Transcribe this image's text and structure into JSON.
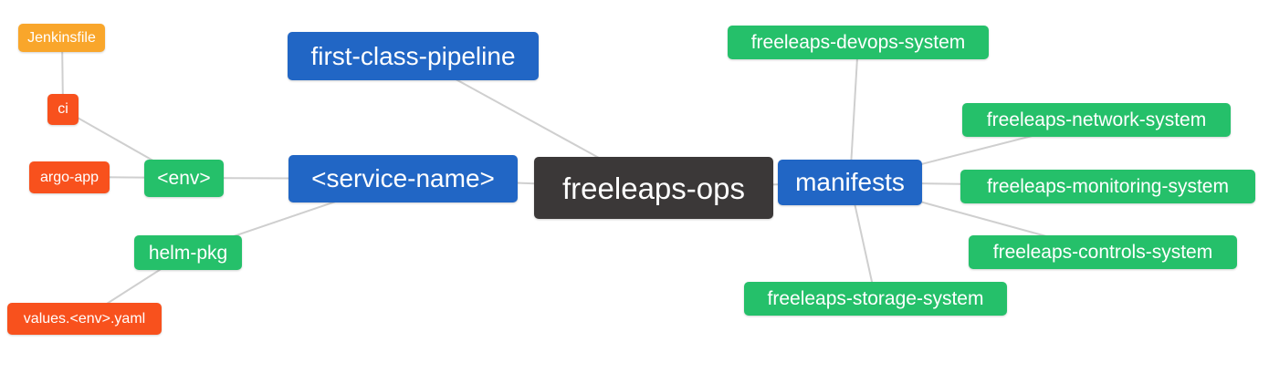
{
  "diagram": {
    "title": "freeleaps-ops mind map",
    "background_color": "#ffffff",
    "edge_color": "#cfcfcf",
    "colors": {
      "blue": "#2166c5",
      "green": "#25c06a",
      "red": "#f8511d",
      "orange": "#f9a62b",
      "dark": "#3b3838",
      "text": "#ffffff"
    },
    "nodes": {
      "jenkinsfile": {
        "label": "Jenkinsfile",
        "color": "orange"
      },
      "ci": {
        "label": "ci",
        "color": "red"
      },
      "argo_app": {
        "label": "argo-app",
        "color": "red"
      },
      "env": {
        "label": "<env>",
        "color": "green"
      },
      "helm_pkg": {
        "label": "helm-pkg",
        "color": "green"
      },
      "values_env_yaml": {
        "label": "values.<env>.yaml",
        "color": "red"
      },
      "first_class_pipeline": {
        "label": "first-class-pipeline",
        "color": "blue"
      },
      "service_name": {
        "label": "<service-name>",
        "color": "blue"
      },
      "freeleaps_ops": {
        "label": "freeleaps-ops",
        "color": "dark"
      },
      "manifests": {
        "label": "manifests",
        "color": "blue"
      },
      "devops_system": {
        "label": "freeleaps-devops-system",
        "color": "green"
      },
      "network_system": {
        "label": "freeleaps-network-system",
        "color": "green"
      },
      "monitoring_system": {
        "label": "freeleaps-monitoring-system",
        "color": "green"
      },
      "controls_system": {
        "label": "freeleaps-controls-system",
        "color": "green"
      },
      "storage_system": {
        "label": "freeleaps-storage-system",
        "color": "green"
      }
    },
    "edges": [
      [
        "jenkinsfile",
        "ci"
      ],
      [
        "ci",
        "env"
      ],
      [
        "argo_app",
        "env"
      ],
      [
        "env",
        "service_name"
      ],
      [
        "helm_pkg",
        "service_name"
      ],
      [
        "values_env_yaml",
        "helm_pkg"
      ],
      [
        "first_class_pipeline",
        "freeleaps_ops"
      ],
      [
        "service_name",
        "freeleaps_ops"
      ],
      [
        "freeleaps_ops",
        "manifests"
      ],
      [
        "manifests",
        "devops_system"
      ],
      [
        "manifests",
        "network_system"
      ],
      [
        "manifests",
        "monitoring_system"
      ],
      [
        "manifests",
        "controls_system"
      ],
      [
        "manifests",
        "storage_system"
      ]
    ]
  }
}
